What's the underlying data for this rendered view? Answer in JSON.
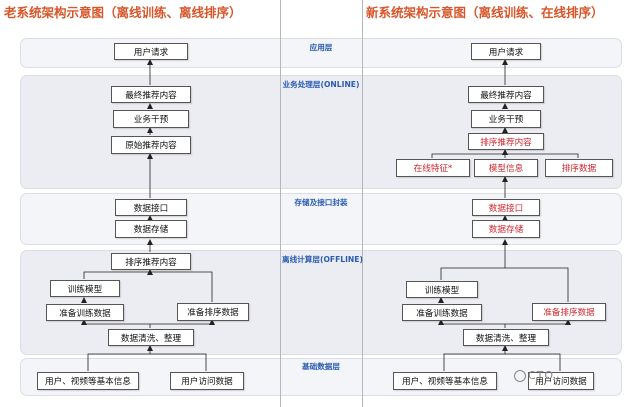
{
  "titles": {
    "old": "老系统架构示意图（离线训练、离线排序）",
    "new": "新系统架构示意图（离线训练、在线排序）"
  },
  "layers": {
    "app": "应用层",
    "business": "业务处理层(ONLINE)",
    "storage": "存储及接口封装",
    "offline": "离线计算层(OFFLINE)",
    "base": "基础数据层"
  },
  "old": {
    "user_request": "用户请求",
    "final_content": "最终推荐内容",
    "intervention": "业务干预",
    "raw_content": "原始推荐内容",
    "data_api": "数据接口",
    "data_store": "数据存储",
    "sorted_content": "排序推荐内容",
    "train_model": "训练模型",
    "prep_train": "准备训练数据",
    "prep_sort": "准备排序数据",
    "clean": "数据清洗、整理",
    "basic_info": "用户、视频等基本信息",
    "access_data": "用户访问数据"
  },
  "new": {
    "user_request": "用户请求",
    "final_content": "最终推荐内容",
    "intervention": "业务干预",
    "sorted_content": "排序推荐内容",
    "online_features": "在线特征*",
    "model_info": "模型信息",
    "sort_data": "排序数据",
    "data_api": "数据接口",
    "data_store": "数据存储",
    "train_model": "训练模型",
    "prep_train": "准备训练数据",
    "prep_sort": "准备排序数据",
    "clean": "数据清洗、整理",
    "basic_info": "用户、视频等基本信息",
    "access_data": "用户访问数据"
  },
  "watermark": "CTO",
  "colors": {
    "title": "#d9562a",
    "layer_label": "#2a5db0",
    "highlight": "#d3262e"
  }
}
